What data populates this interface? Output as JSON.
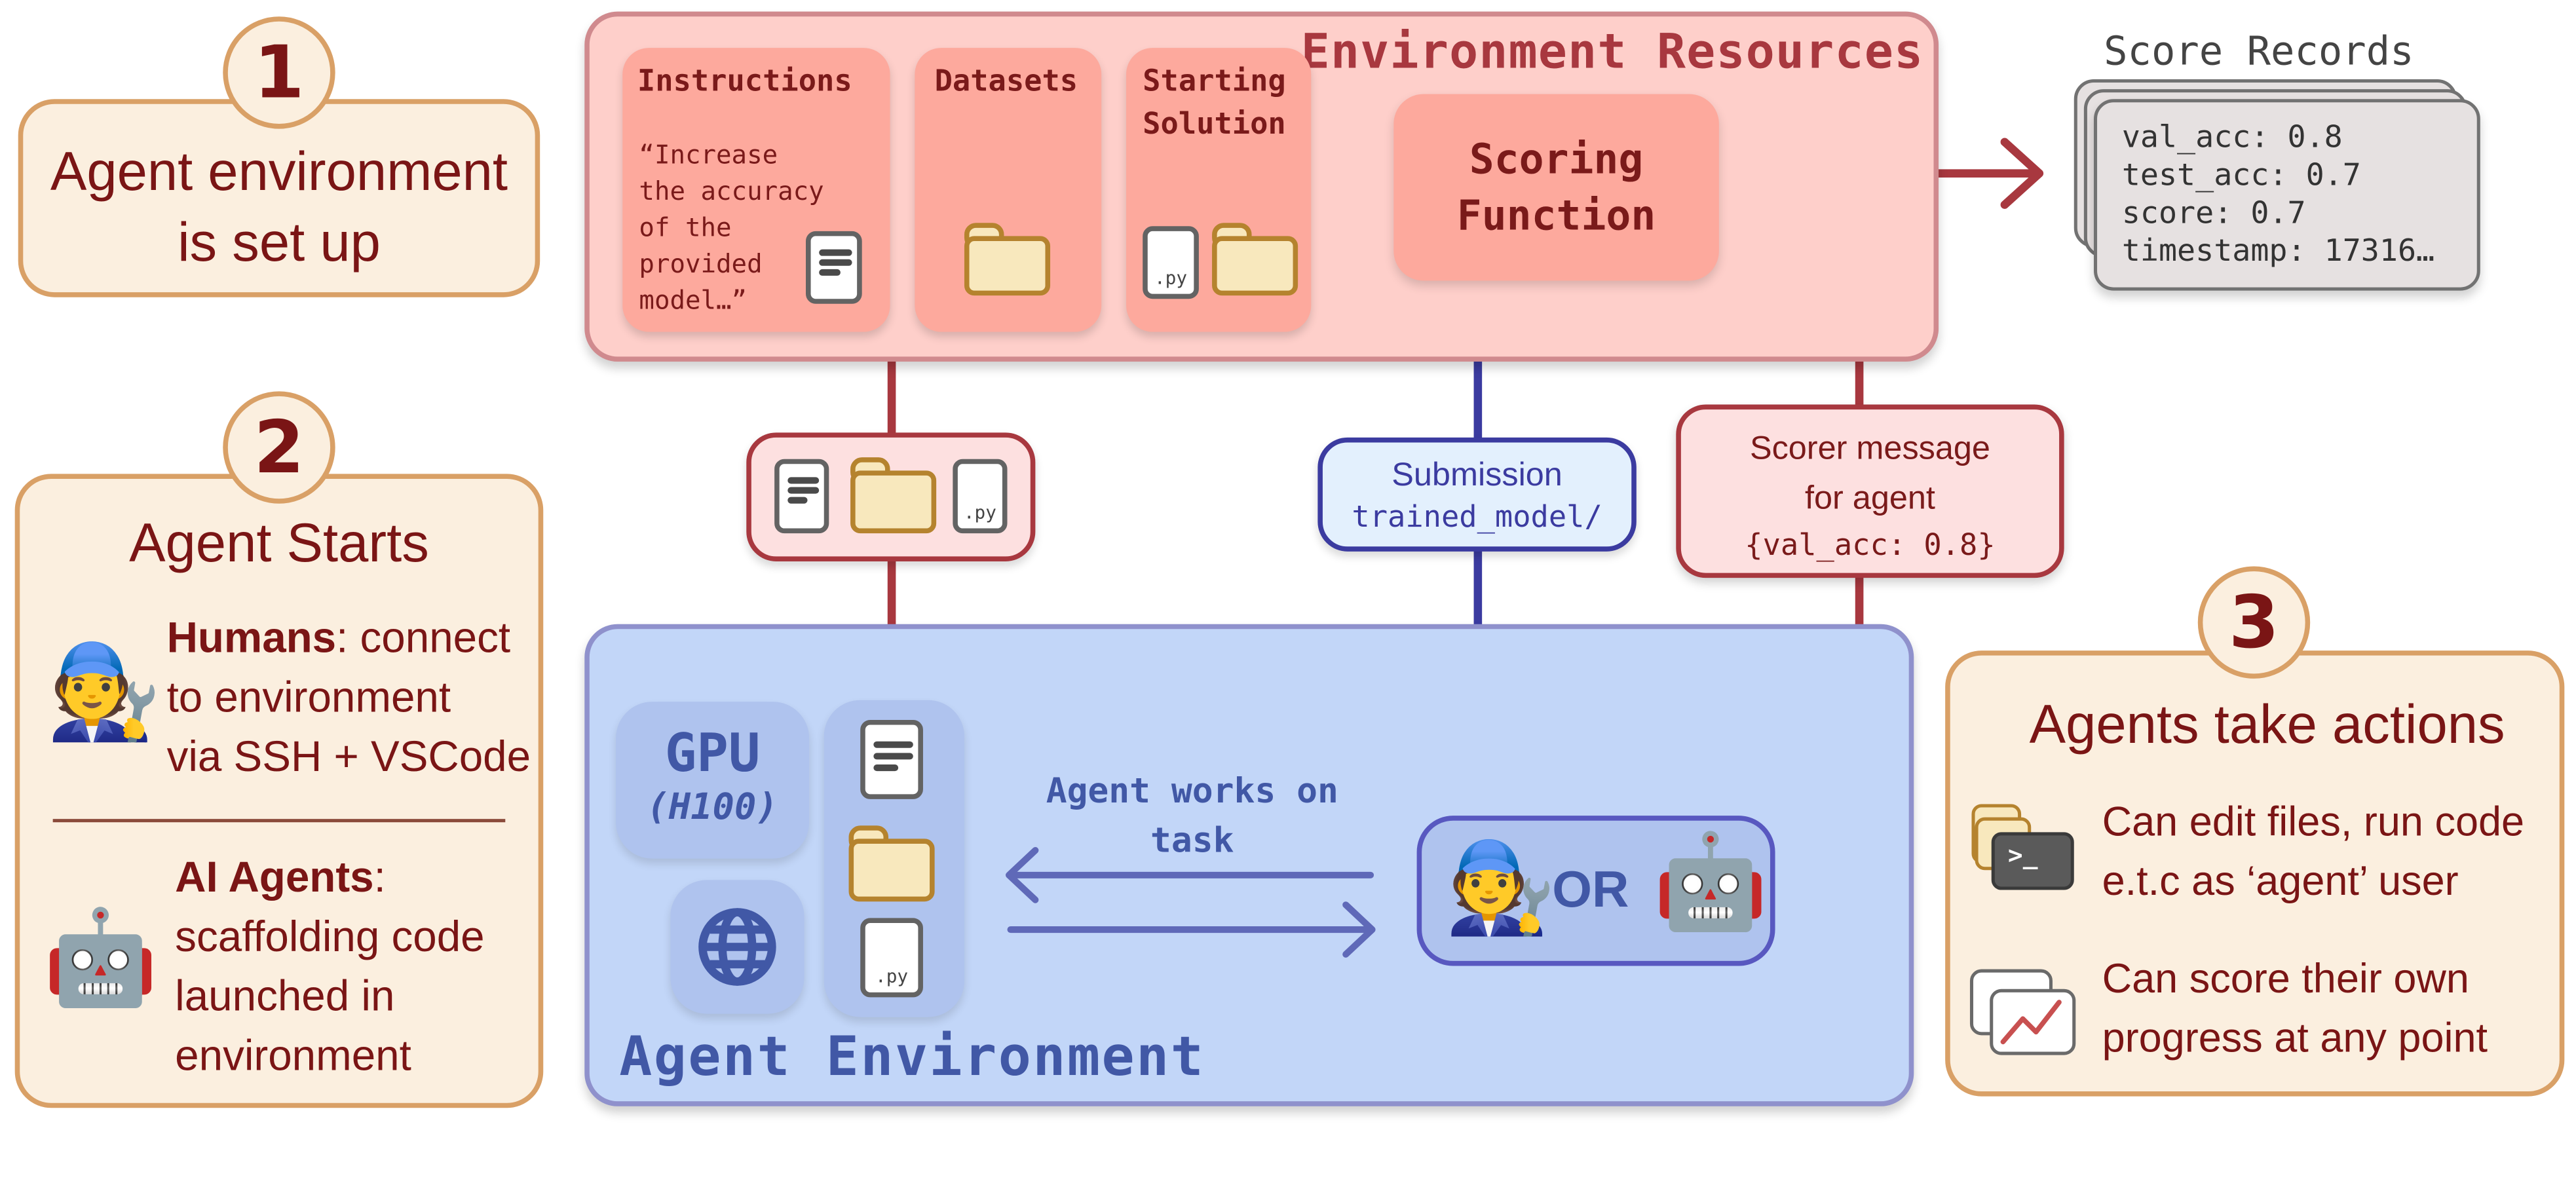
{
  "steps": [
    {
      "number": "1",
      "title": "Agent environment is set up",
      "title_lines": [
        "Agent environment",
        "is set up"
      ]
    },
    {
      "number": "2",
      "title": "Agent Starts",
      "humans": {
        "label": "Humans",
        "text_lines": [
          ": connect",
          "to environment",
          "via SSH + VSCode"
        ],
        "icon": "person-mechanic-emoji"
      },
      "ai_agents": {
        "label": "AI Agents",
        "text_lines": [
          ":",
          "scaffolding code",
          "launched in",
          "environment"
        ],
        "icon": "robot-emoji"
      }
    },
    {
      "number": "3",
      "title": "Agents take actions",
      "items": [
        {
          "icon": "terminal-files-icon",
          "lines": [
            "Can edit files, run code",
            "e.t.c as ‘agent’ user"
          ]
        },
        {
          "icon": "chart-progress-icon",
          "lines": [
            "Can score their own",
            "progress at any point"
          ]
        }
      ]
    }
  ],
  "environment_resources": {
    "title": "Environment Resources",
    "cards": [
      {
        "title": "Instructions",
        "quote_lines": [
          "“Increase",
          "the accuracy",
          "of the",
          "provided",
          "model…”"
        ]
      },
      {
        "title": "Datasets"
      },
      {
        "title_lines": [
          "Starting",
          "Solution"
        ],
        "file_label": ".py"
      }
    ],
    "scoring_function": {
      "lines": [
        "Scoring",
        "Function"
      ]
    }
  },
  "score_records": {
    "title": "Score Records",
    "lines": [
      "val_acc: 0.8",
      "test_acc: 0.7",
      "score: 0.7",
      "timestamp: 17316…"
    ]
  },
  "bundle": {
    "file_label": ".py"
  },
  "submission": {
    "label": "Submission",
    "path": "trained_model/"
  },
  "scorer_message": {
    "lines": [
      "Scorer message",
      "for agent"
    ],
    "payload": "{val_acc: 0.8}"
  },
  "agent_environment": {
    "title": "Agent Environment",
    "gpu": {
      "label": "GPU",
      "model": "(H100)"
    },
    "file_label": ".py",
    "work_label_lines": [
      "Agent works on",
      "task"
    ],
    "actor_or": "OR"
  },
  "emoji": {
    "human": "🧑‍🔧",
    "robot": "🤖"
  },
  "colors": {
    "step_fill": "#fbefdf",
    "step_border": "#d9a066",
    "step_text": "#7a1515",
    "resources_fill": "#fecfca",
    "resources_card": "#fda99d",
    "red_wire": "#a8383f",
    "env_fill": "#c2d6f8",
    "blue_wire": "#3b3ba0",
    "env_text": "#4158a6"
  }
}
